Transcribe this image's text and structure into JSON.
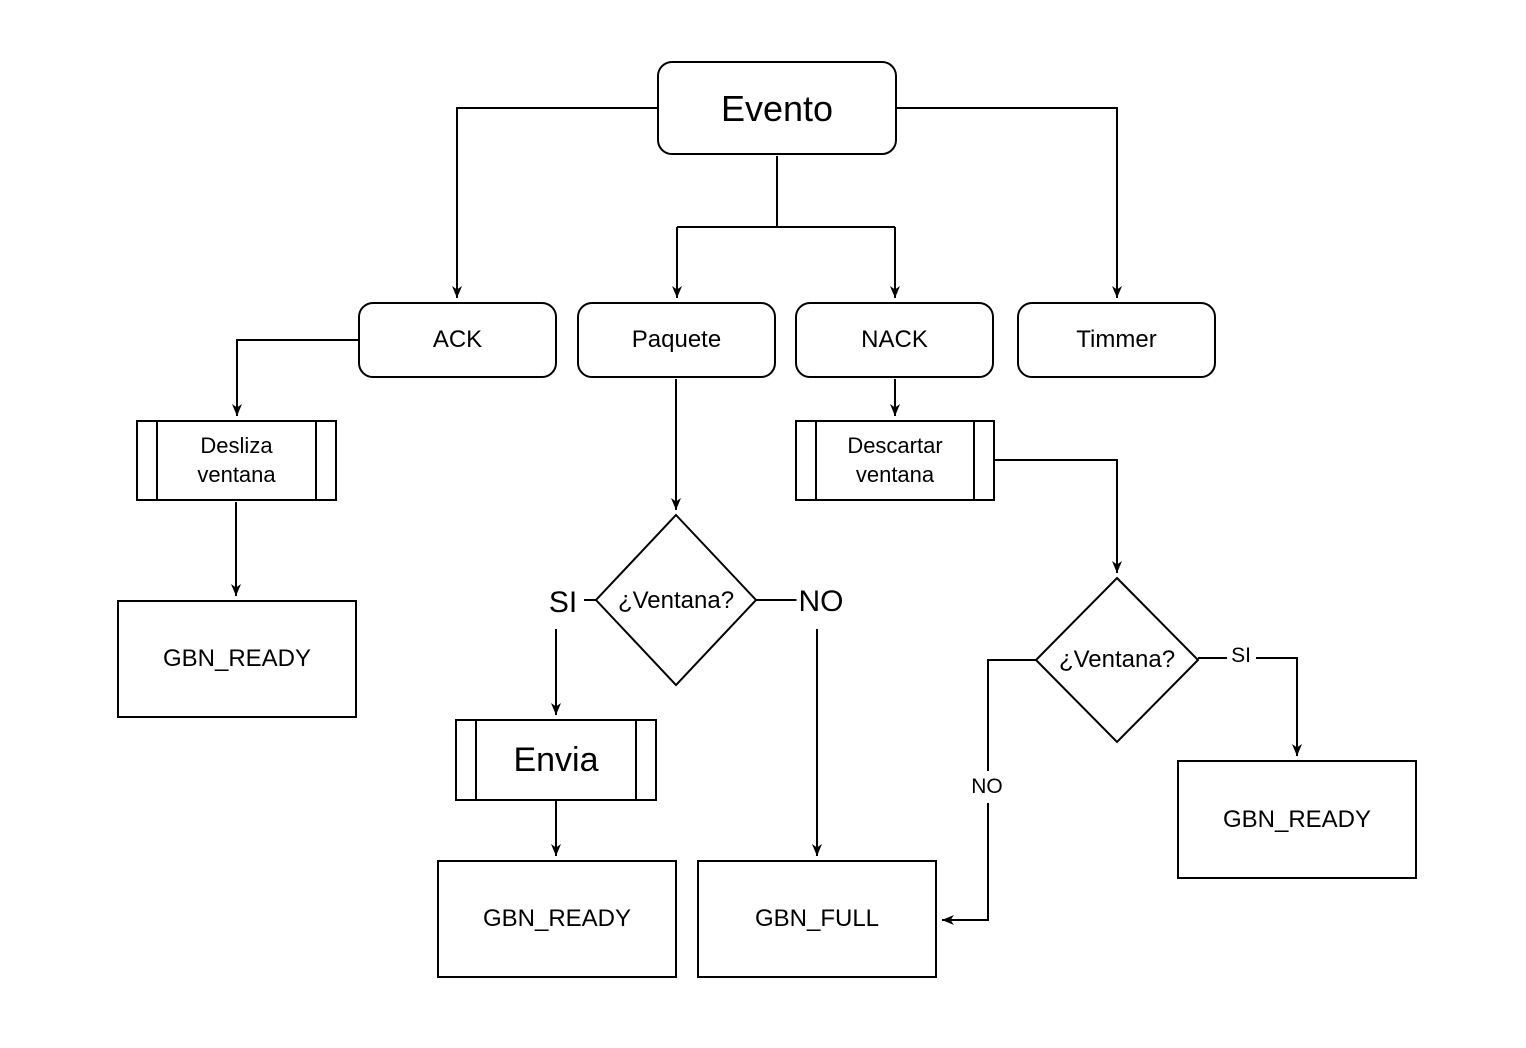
{
  "colors": {
    "stroke": "#000000",
    "fill": "#ffffff",
    "background": "#ffffff"
  },
  "nodes": {
    "evento": "Evento",
    "ack": "ACK",
    "paquete": "Paquete",
    "nack": "NACK",
    "timmer": "Timmer",
    "desliza_ventana": "Desliza ventana",
    "descartar_ventana": "Descartar ventana",
    "envia": "Envia",
    "gbn_ready_left": "GBN_READY",
    "gbn_ready_center": "GBN_READY",
    "gbn_ready_right": "GBN_READY",
    "gbn_full": "GBN_FULL",
    "decision_center": "¿Ventana?",
    "decision_right": "¿Ventana?"
  },
  "edge_labels": {
    "si_center": "SI",
    "no_center": "NO",
    "si_right": "SI",
    "no_right": "NO"
  }
}
